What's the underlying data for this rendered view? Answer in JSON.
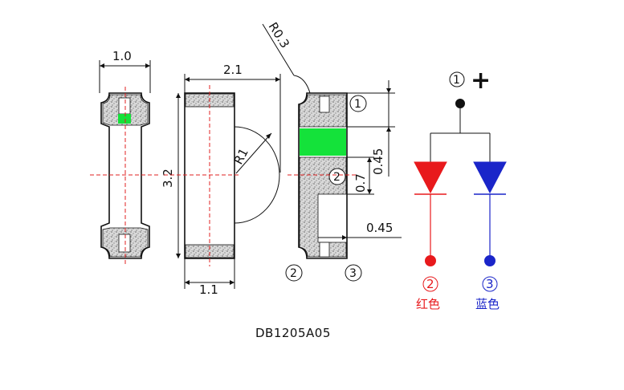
{
  "diagram": {
    "part_number": "DB1205A05",
    "dimensions": {
      "width_side": "1.0",
      "length": "2.1",
      "height": "3.2",
      "lens_width": "1.1",
      "radius_lens": "R1",
      "radius_corner": "R0.3",
      "pad_gap_1": "0.45",
      "pad_gap_2": "0.7",
      "pad_width": "0.45"
    },
    "pins": {
      "p1": "1",
      "p2": "2",
      "p3": "3",
      "pin1_plus": "+"
    },
    "legend": {
      "red": {
        "pin": "2",
        "label": "红色"
      },
      "blue": {
        "pin": "3",
        "label": "蓝色"
      }
    },
    "colors": {
      "red": "#e8191c",
      "blue": "#1a25c9",
      "green": "#14e23a",
      "center_line": "#e02020"
    }
  }
}
